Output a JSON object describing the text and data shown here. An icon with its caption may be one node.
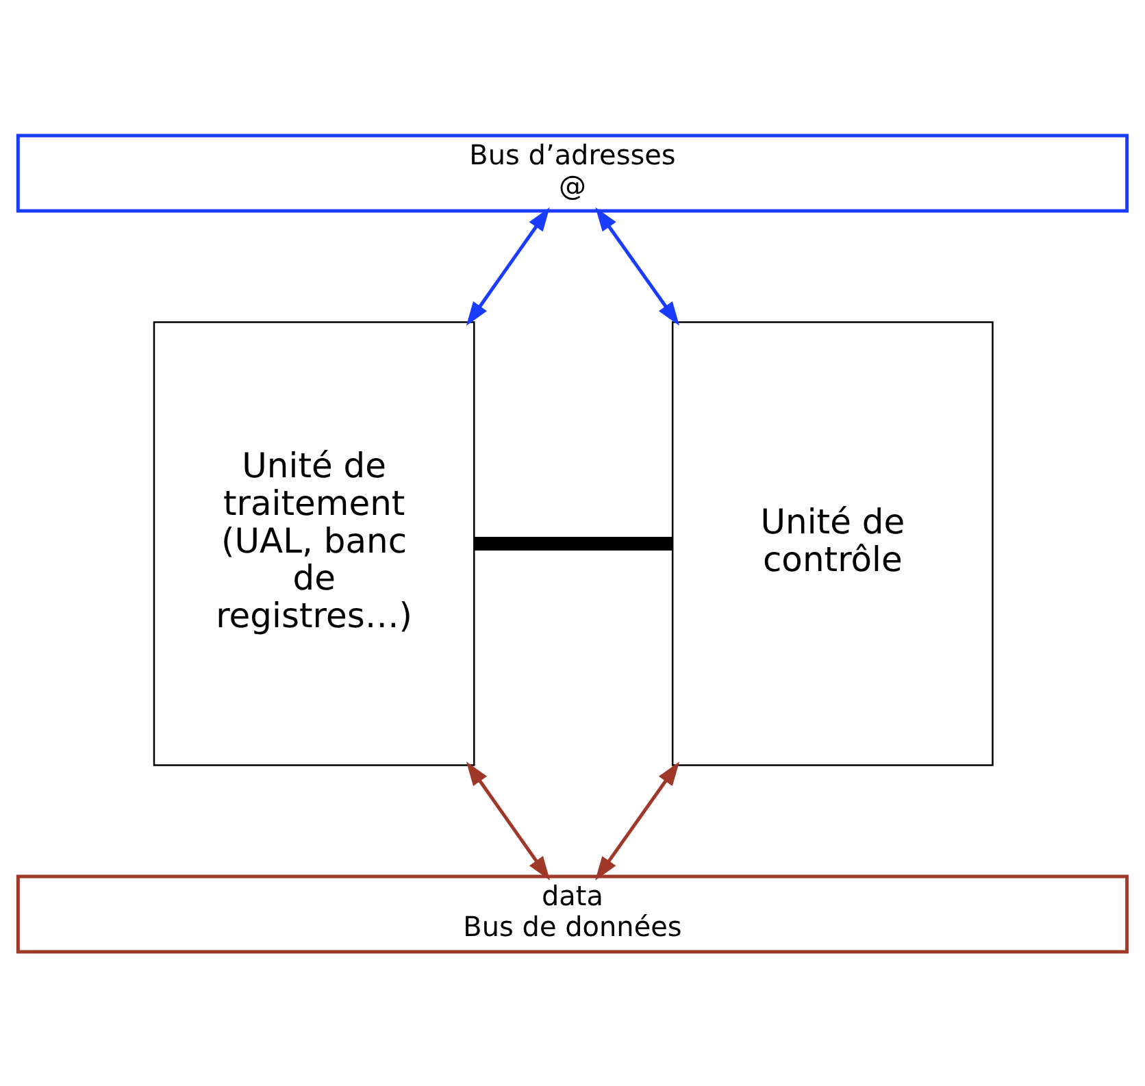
{
  "diagram": {
    "nodes": [
      {
        "text": [
          "Bus d’adresses",
          "@"
        ]
      },
      {
        "text": [
          "Unité de traitement (UAL, banc de registres…)"
        ]
      },
      {
        "text": [
          "Unité de contrôle"
        ]
      },
      {
        "text": [
          "data",
          "Bus de données"
        ]
      }
    ],
    "edges": [
      {
        "from": 0,
        "to": 1,
        "arrow": "both",
        "color": "#1a3cff"
      },
      {
        "from": 0,
        "to": 2,
        "arrow": "both",
        "color": "#1a3cff"
      },
      {
        "from": 1,
        "to": 2,
        "arrow": "none",
        "style": "thick",
        "color": "#000000"
      },
      {
        "from": 1,
        "to": 3,
        "arrow": "both",
        "color": "#a0382a"
      },
      {
        "from": 2,
        "to": 3,
        "arrow": "both",
        "color": "#a0382a"
      }
    ]
  }
}
